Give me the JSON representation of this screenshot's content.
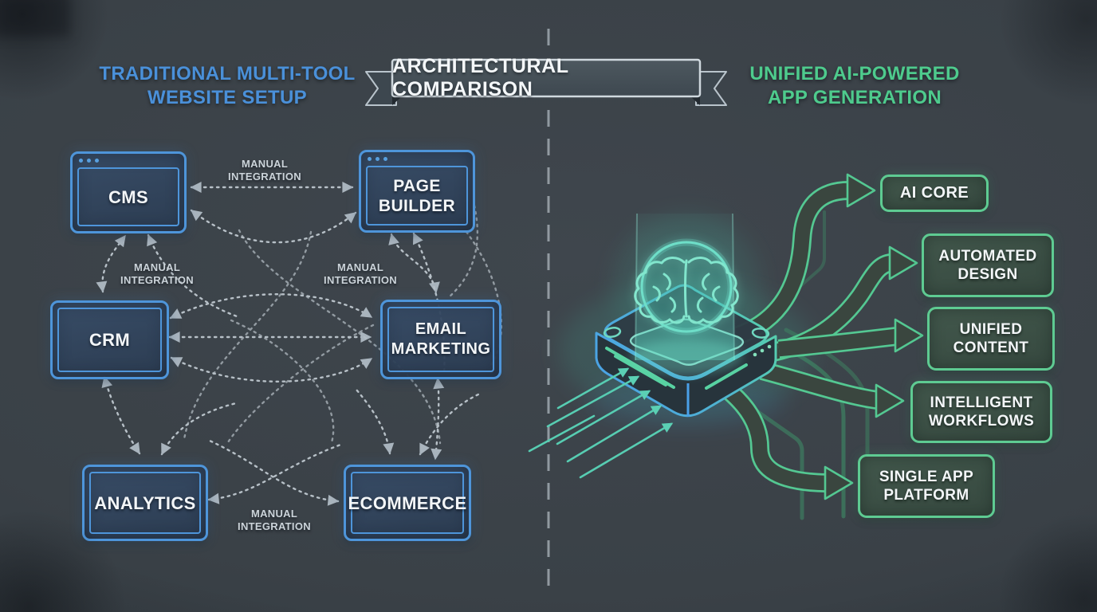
{
  "header": {
    "left_title_line1": "TRADITIONAL MULTI-TOOL",
    "left_title_line2": "WEBSITE SETUP",
    "banner_title": "ARCHITECTURAL COMPARISON",
    "right_title_line1": "UNIFIED AI-POWERED",
    "right_title_line2": "APP GENERATION"
  },
  "left_diagram": {
    "nodes": [
      {
        "id": "cms",
        "lines": [
          "CMS"
        ]
      },
      {
        "id": "page-builder",
        "lines": [
          "PAGE",
          "BUILDER"
        ]
      },
      {
        "id": "crm",
        "lines": [
          "CRM"
        ]
      },
      {
        "id": "email-marketing",
        "lines": [
          "EMAIL",
          "MARKETING"
        ]
      },
      {
        "id": "analytics",
        "lines": [
          "ANALYTICS"
        ]
      },
      {
        "id": "ecommerce",
        "lines": [
          "ECOMMERCE"
        ]
      }
    ],
    "connection_labels": [
      {
        "line1": "MANUAL",
        "line2": "INTEGRATION"
      },
      {
        "line1": "MANUAL",
        "line2": "INTEGRATION"
      },
      {
        "line1": "MANUAL",
        "line2": "INTEGRATION"
      },
      {
        "line1": "MANUAL",
        "line2": "INTEGRATION"
      }
    ]
  },
  "right_diagram": {
    "hub_icon": "ai-brain-chip",
    "outputs": [
      {
        "id": "ai-core",
        "lines": [
          "AI CORE"
        ]
      },
      {
        "id": "automated-design",
        "lines": [
          "AUTOMATED",
          "DESIGN"
        ]
      },
      {
        "id": "unified-content",
        "lines": [
          "UNIFIED",
          "CONTENT"
        ]
      },
      {
        "id": "intelligent-workflows",
        "lines": [
          "INTELLIGENT",
          "WORKFLOWS"
        ]
      },
      {
        "id": "single-app-platform",
        "lines": [
          "SINGLE APP",
          "PLATFORM"
        ]
      }
    ]
  },
  "colors": {
    "background": "#3a4147",
    "blue_accent": "#4a90d9",
    "green_accent": "#55cb92",
    "teal_glow": "#5fd8c2",
    "line_gray": "#b7c0c7",
    "text_white": "#f3f6f8"
  }
}
